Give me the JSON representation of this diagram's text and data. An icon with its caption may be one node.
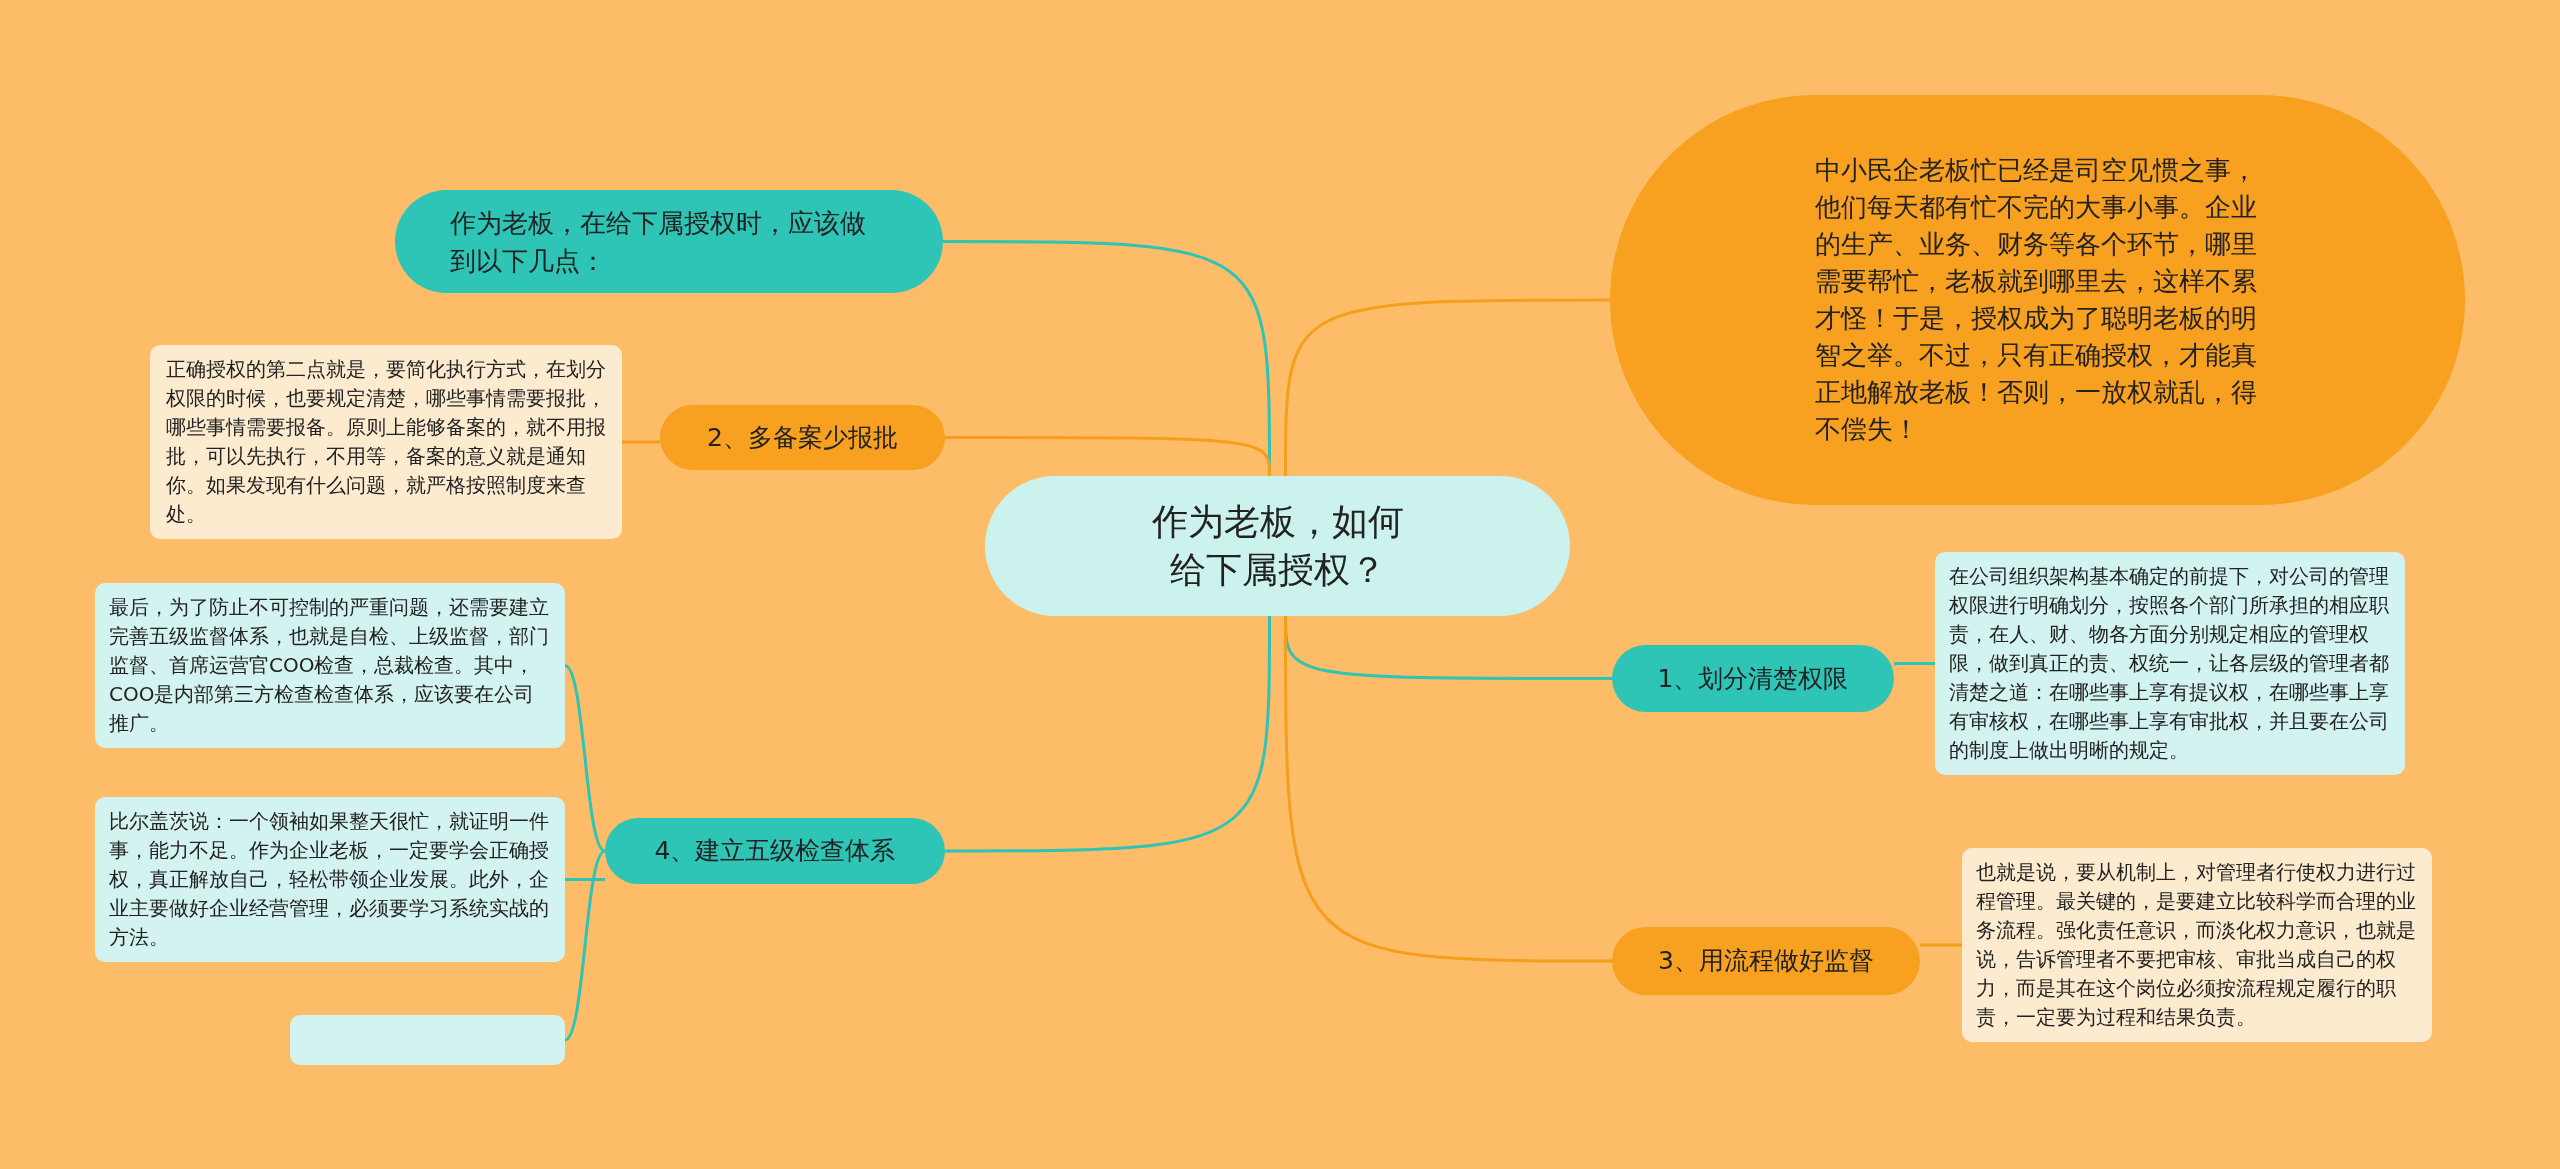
{
  "diagram": {
    "nodes": [
      {
        "text": [
          "作为老板，如何给下属授权？"
        ]
      },
      {
        "text": [
          "作为老板，在给下属授权时，应该做到以下几点："
        ]
      },
      {
        "text": [
          "中小民企老板忙已经是司空见惯之事，他们每天都有忙不完的大事小事。企业的生产、业务、财务等各个环节，哪里需要帮忙，老板就到哪里去，这样不累才怪！于是，授权成为了聪明老板的明智之举。不过，只有正确授权，才能真正地解放老板！否则，一放权就乱，得不偿失！"
        ]
      },
      {
        "text": [
          "2、多备案少报批"
        ]
      },
      {
        "text": [
          "正确授权的第二点就是，要简化执行方式，在划分权限的时候，也要规定清楚，哪些事情需要报批，哪些事情需要报备。原则上能够备案的，就不用报批，可以先执行，不用等，备案的意义就是通知你。如果发现有什么问题，就严格按照制度来查处。"
        ]
      },
      {
        "text": [
          "1、划分清楚权限"
        ]
      },
      {
        "text": [
          "在公司组织架构基本确定的前提下，对公司的管理权限进行明确划分，按照各个部门所承担的相应职责，在人、财、物各方面分别规定相应的管理权限，做到真正的责、权统一，让各层级的管理者都清楚之道：在哪些事上享有提议权，在哪些事上享有审核权，在哪些事上享有审批权，并且要在公司的制度上做出明晰的规定。"
        ]
      },
      {
        "text": [
          "3、用流程做好监督"
        ]
      },
      {
        "text": [
          "也就是说，要从机制上，对管理者行使权力进行过程管理。最关键的，是要建立比较科学而合理的业务流程。强化责任意识，而淡化权力意识，也就是说，告诉管理者不要把审核、审批当成自己的权力，而是其在这个岗位必须按流程规定履行的职责，一定要为过程和结果负责。"
        ]
      },
      {
        "text": [
          "4、建立五级检查体系"
        ]
      },
      {
        "text": [
          "最后，为了防止不可控制的严重问题，还需要建立完善五级监督体系，也就是自检、上级监督，部门监督、首席运营官COO检查，总裁检查。其中，COO是内部第三方检查检查体系，应该要在公司推广。"
        ]
      },
      {
        "text": [
          "比尔盖茨说：一个领袖如果整天很忙，就证明一件事，能力不足。作为企业老板，一定要学会正确授权，真正解放自己，轻松带领企业发展。此外，企业主要做好企业经营管理，必须要学习系统实战的方法。"
        ]
      },
      {
        "text": [],
        "shape": "box"
      }
    ],
    "edges": [
      {
        "from": 0,
        "to": 1,
        "arrow": "none"
      },
      {
        "from": 0,
        "to": 2,
        "arrow": "none",
        "color": "#f59e1b"
      },
      {
        "from": 0,
        "to": 3,
        "arrow": "none",
        "color": "#f59e1b"
      },
      {
        "from": 3,
        "to": 4,
        "arrow": "none",
        "color": "#f59e1b"
      },
      {
        "from": 0,
        "to": 5,
        "arrow": "none"
      },
      {
        "from": 5,
        "to": 6,
        "arrow": "none"
      },
      {
        "from": 0,
        "to": 7,
        "arrow": "none",
        "color": "#f59e1b"
      },
      {
        "from": 7,
        "to": 8,
        "arrow": "none",
        "color": "#f59e1b"
      },
      {
        "from": 0,
        "to": 9,
        "arrow": "none"
      },
      {
        "from": 9,
        "to": 10,
        "arrow": "none"
      },
      {
        "from": 9,
        "to": 11,
        "arrow": "none"
      },
      {
        "from": 9,
        "to": 12,
        "arrow": "none"
      }
    ]
  }
}
